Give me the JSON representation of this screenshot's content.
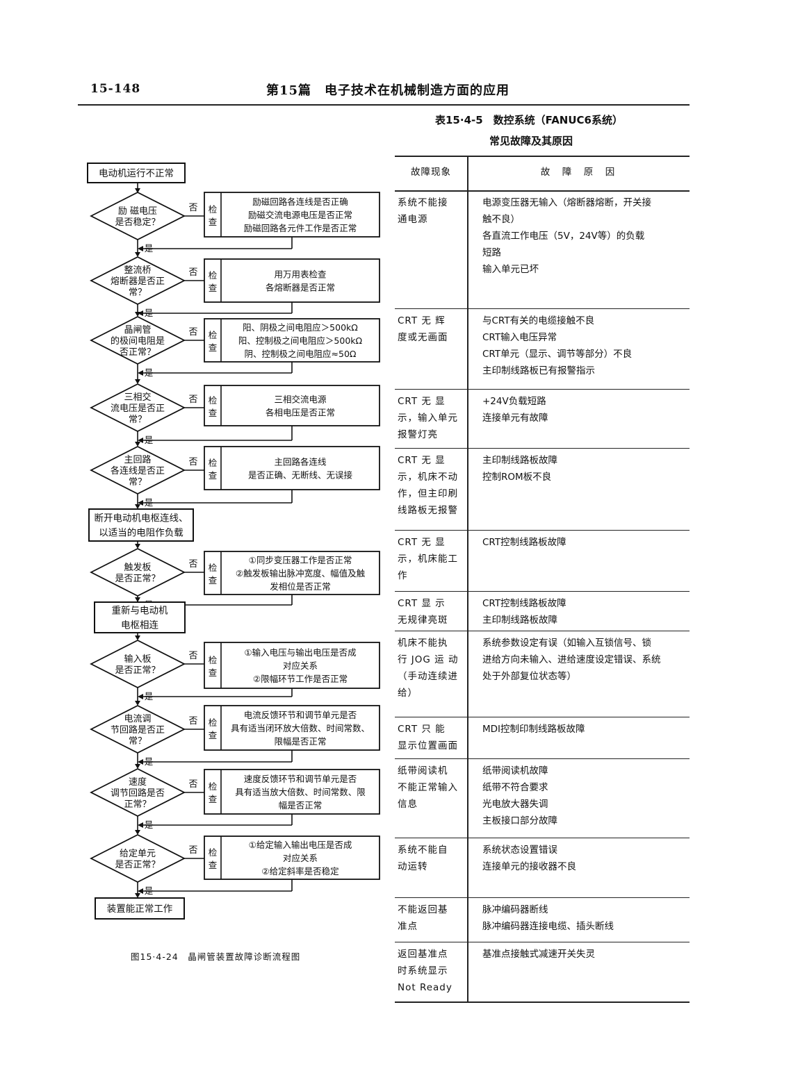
{
  "header": {
    "page_number": "15-148",
    "chapter_title": "第15篇　电子技术在机械制造方面的应用"
  },
  "flowchart": {
    "start": "电动机运行不正常",
    "yes_label": "是",
    "no_label": "否",
    "check_label": [
      "检",
      "查"
    ],
    "steps": [
      {
        "question": [
          "励 磁电压",
          "是否稳定？"
        ],
        "checks": [
          "励磁回路各连线是否正确",
          "励磁交流电源电压是否正常",
          "励磁回路各元件工作是否正常"
        ]
      },
      {
        "question": [
          "整流桥",
          "熔断器是否正",
          "常？"
        ],
        "checks": [
          "用万用表检查",
          "各熔断器是否正常"
        ]
      },
      {
        "question": [
          "晶闸管",
          "的极间电阻是",
          "否正常？"
        ],
        "checks": [
          "阳、阴极之间电阻应＞500kΩ",
          "阳、控制极之间电阻应＞500kΩ",
          "阴、控制极之间电阻应≈50Ω"
        ]
      },
      {
        "question": [
          "三相交",
          "流电压是否正",
          "常？"
        ],
        "checks": [
          "三相交流电源",
          "各相电压是否正常"
        ]
      },
      {
        "question": [
          "主回路",
          "各连线是否正",
          "常？"
        ],
        "checks": [
          "主回路各连线",
          "是否正确、无断线、无误接"
        ]
      }
    ],
    "mid_action": [
      "断开电动机电枢连线、",
      "以适当的电阻作负载"
    ],
    "steps2": [
      {
        "question": [
          "触发板",
          "是否正常？"
        ],
        "checks": [
          "①同步变压器工作是否正常",
          "②触发板输出脉冲宽度、幅值及触",
          "发相位是否正常"
        ]
      }
    ],
    "reconnect": [
      "重新与电动机",
      "电枢相连"
    ],
    "steps3": [
      {
        "question": [
          "输入板",
          "是否正常？"
        ],
        "checks": [
          "①输入电压与输出电压是否成",
          "对应关系",
          "②限幅环节工作是否正常"
        ]
      },
      {
        "question": [
          "电流调",
          "节回路是否正",
          "常？"
        ],
        "checks": [
          "电流反馈环节和调节单元是否",
          "具有适当闭环放大倍数、时间常数、",
          "限幅是否正常"
        ]
      },
      {
        "question": [
          "速度",
          "调节回路是否",
          "正常？"
        ],
        "checks": [
          "速度反馈环节和调节单元是否",
          "具有适当放大倍数、时间常数、限",
          "幅是否正常"
        ]
      },
      {
        "question": [
          "给定单元",
          "是否正常？"
        ],
        "checks": [
          "①给定输入输出电压是否成",
          "对应关系",
          "②给定斜率是否稳定"
        ]
      }
    ],
    "end": "装置能正常工作",
    "caption": "图15·4-24　晶闸管装置故障诊断流程图"
  },
  "table": {
    "title_line1": "表15·4-5　数控系统（FANUC6系统）",
    "title_line2": "常见故障及其原因",
    "col_symptom": "故障现象",
    "col_cause": "故　障　原　因",
    "rows": [
      {
        "symptom": [
          "系统不能接",
          "通电源"
        ],
        "causes": [
          "电源变压器无输入（熔断器熔断，开关接",
          "触不良）",
          "各直流工作电压（5V，24V等）的负载",
          "短路",
          "输入单元已坏"
        ]
      },
      {
        "symptom": [
          "CRT 无 辉",
          "度或无画面"
        ],
        "causes": [
          "与CRT有关的电缆接触不良",
          "CRT输入电压异常",
          "CRT单元（显示、调节等部分）不良",
          "主印制线路板已有报警指示"
        ]
      },
      {
        "symptom": [
          "CRT 无 显",
          "示，输入单元",
          "报警灯亮"
        ],
        "causes": [
          "+24V负载短路",
          "连接单元有故障"
        ]
      },
      {
        "symptom": [
          "CRT 无 显",
          "示，机床不动",
          "作，但主印刷",
          "线路板无报警"
        ],
        "causes": [
          "主印制线路板故障",
          "控制ROM板不良"
        ]
      },
      {
        "symptom": [
          "CRT 无 显",
          "示，机床能工",
          "作"
        ],
        "causes": [
          "CRT控制线路板故障"
        ]
      },
      {
        "symptom": [
          "CRT 显 示",
          "无规律亮斑"
        ],
        "causes": [
          "CRT控制线路板故障",
          "主印制线路板故障"
        ]
      },
      {
        "symptom": [
          "机床不能执",
          "行 JOG 运 动",
          "（手动连续进",
          "给）"
        ],
        "causes": [
          "系统参数设定有误（如输入互锁信号、锁",
          "进给方向未输入、进给速度设定错误、系统",
          "处于外部复位状态等）"
        ]
      },
      {
        "symptom": [
          "CRT 只 能",
          "显示位置画面"
        ],
        "causes": [
          "MDI控制印制线路板故障"
        ]
      },
      {
        "symptom": [
          "纸带阅读机",
          "不能正常输入",
          "信息"
        ],
        "causes": [
          "纸带阅读机故障",
          "纸带不符合要求",
          "光电放大器失调",
          "主板接口部分故障"
        ]
      },
      {
        "symptom": [
          "系统不能自",
          "动运转"
        ],
        "causes": [
          "系统状态设置错误",
          "连接单元的接收器不良"
        ]
      },
      {
        "symptom": [
          "不能返回基",
          "准点"
        ],
        "causes": [
          "脉冲编码器断线",
          "脉冲编码器连接电缆、插头断线"
        ]
      },
      {
        "symptom": [
          "返回基准点",
          "时系统显示",
          "Not Ready"
        ],
        "causes": [
          "基准点接触式减速开关失灵"
        ]
      }
    ]
  }
}
